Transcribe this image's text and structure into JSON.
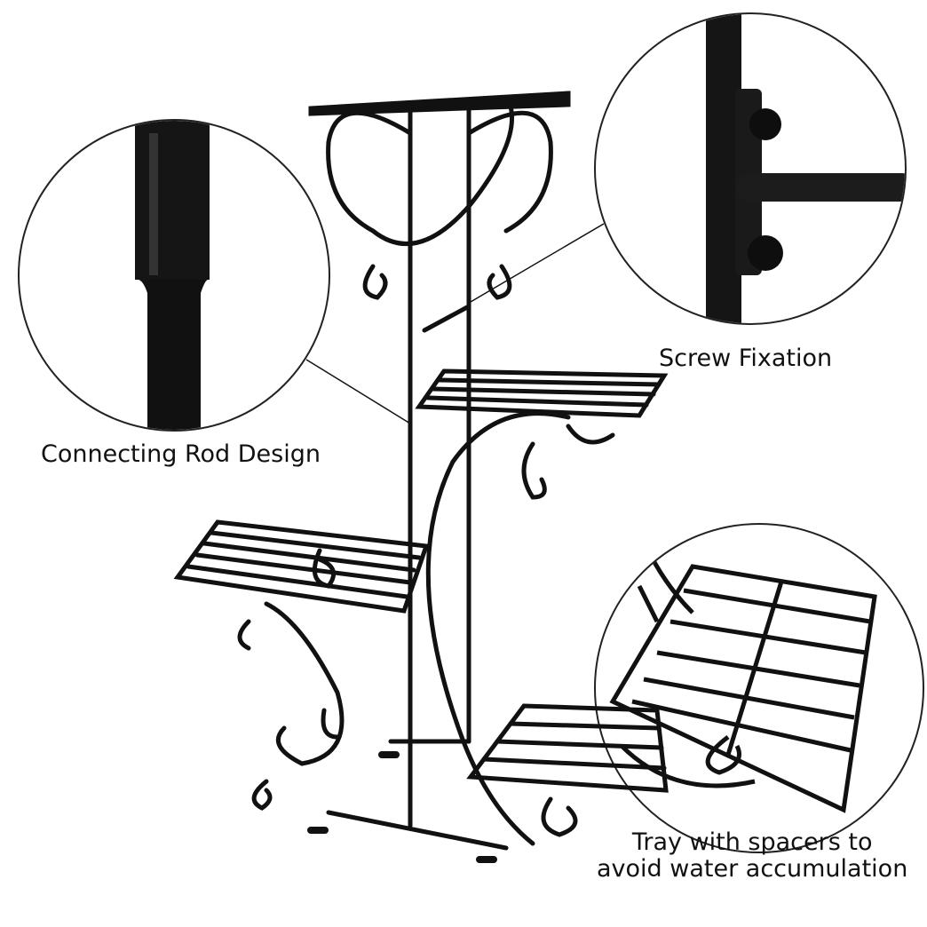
{
  "callouts": {
    "connecting_rod": "Connecting Rod Design",
    "screw_fixation": "Screw Fixation",
    "tray_line1": "Tray with spacers to",
    "tray_line2": "avoid water accumulation"
  },
  "colors": {
    "metal": "#111111",
    "background": "#ffffff",
    "circle_border": "#222222"
  }
}
